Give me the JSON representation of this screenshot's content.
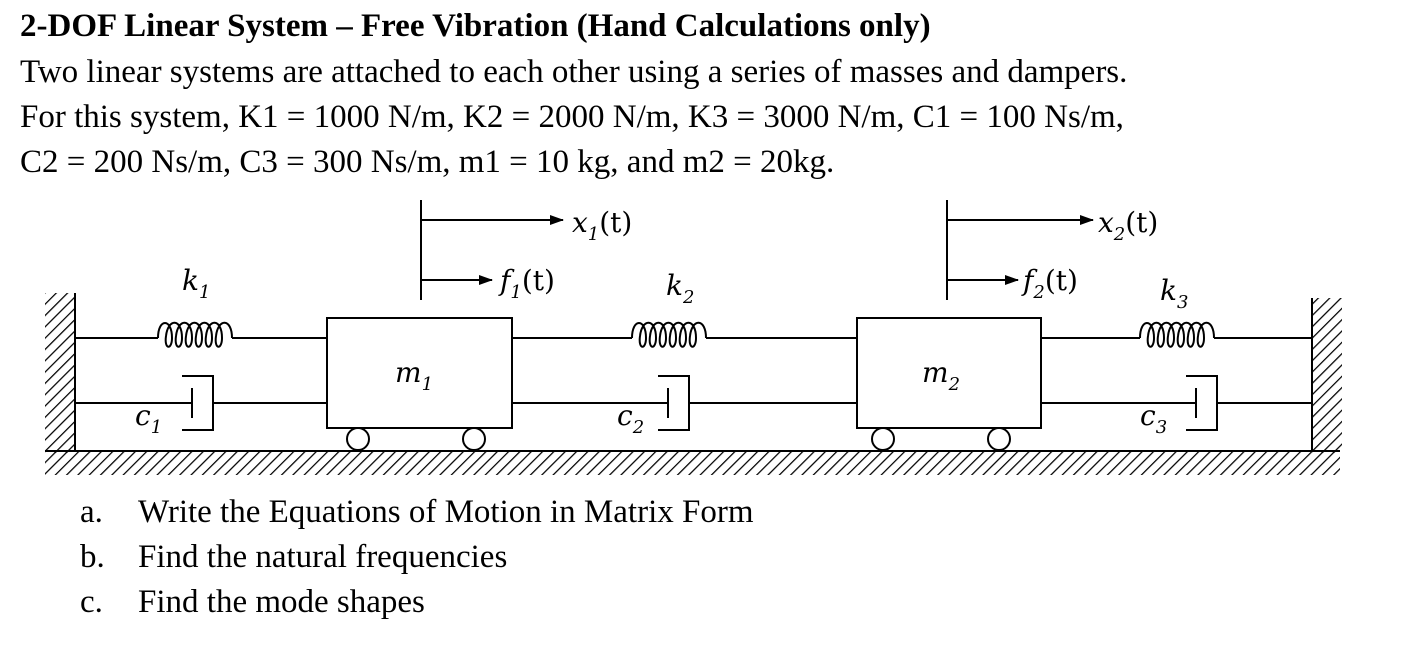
{
  "title": "2-DOF Linear System – Free Vibration (Hand Calculations only)",
  "paragraph_lines": [
    "Two linear systems are attached to each other using a series of masses and dampers.",
    "For this system, K1 = 1000 N/m, K2 = 2000 N/m, K3 = 3000 N/m, C1 = 100 Ns/m,",
    "C2 = 200 Ns/m, C3 = 300 Ns/m, m1 = 10 kg, and m2 = 20kg."
  ],
  "diagram": {
    "x1": {
      "sym": "x",
      "sub": "1",
      "arg": "(t)"
    },
    "x2": {
      "sym": "x",
      "sub": "2",
      "arg": "(t)"
    },
    "f1": {
      "sym": "f",
      "sub": "1",
      "arg": "(t)"
    },
    "f2": {
      "sym": "f",
      "sub": "2",
      "arg": "(t)"
    },
    "k1": {
      "sym": "k",
      "sub": "1"
    },
    "k2": {
      "sym": "k",
      "sub": "2"
    },
    "k3": {
      "sym": "k",
      "sub": "3"
    },
    "c1": {
      "sym": "c",
      "sub": "1"
    },
    "c2": {
      "sym": "c",
      "sub": "2"
    },
    "c3": {
      "sym": "c",
      "sub": "3"
    },
    "m1": {
      "sym": "m",
      "sub": "1"
    },
    "m2": {
      "sym": "m",
      "sub": "2"
    }
  },
  "tasks": [
    {
      "marker": "a.",
      "text": "Write the Equations of Motion in Matrix Form"
    },
    {
      "marker": "b.",
      "text": "Find the natural frequencies"
    },
    {
      "marker": "c.",
      "text": "Find the mode shapes"
    }
  ]
}
